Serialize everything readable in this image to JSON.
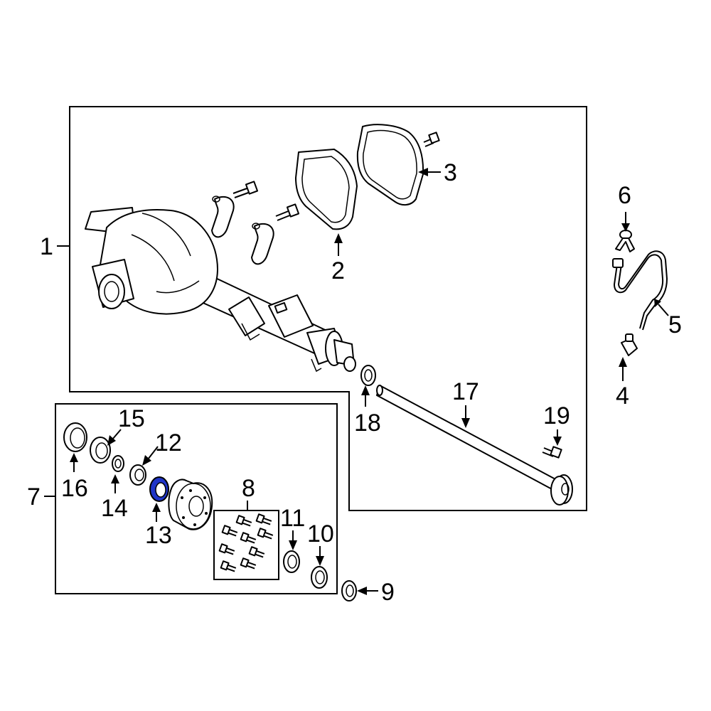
{
  "callouts": [
    {
      "id": "1",
      "label": "1"
    },
    {
      "id": "2",
      "label": "2"
    },
    {
      "id": "3",
      "label": "3"
    },
    {
      "id": "4",
      "label": "4"
    },
    {
      "id": "5",
      "label": "5"
    },
    {
      "id": "6",
      "label": "6"
    },
    {
      "id": "7",
      "label": "7"
    },
    {
      "id": "8",
      "label": "8"
    },
    {
      "id": "9",
      "label": "9"
    },
    {
      "id": "10",
      "label": "10"
    },
    {
      "id": "11",
      "label": "11"
    },
    {
      "id": "12",
      "label": "12"
    },
    {
      "id": "13",
      "label": "13"
    },
    {
      "id": "14",
      "label": "14"
    },
    {
      "id": "15",
      "label": "15"
    },
    {
      "id": "16",
      "label": "16"
    },
    {
      "id": "17",
      "label": "17"
    },
    {
      "id": "18",
      "label": "18"
    },
    {
      "id": "19",
      "label": "19"
    }
  ],
  "highlight": {
    "part": "13",
    "color": "#1f35c8"
  },
  "colors": {
    "line": "#000000",
    "background": "#ffffff"
  }
}
